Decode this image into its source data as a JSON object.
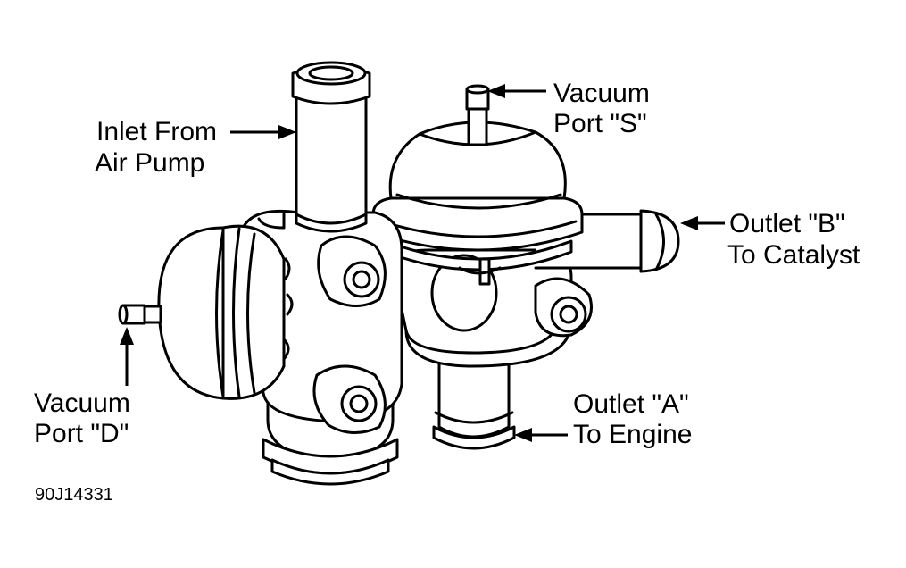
{
  "labels": {
    "inlet": [
      "Inlet From",
      "Air Pump"
    ],
    "vacuum_s": [
      "Vacuum",
      "Port \"S\""
    ],
    "outlet_b": [
      "Outlet \"B\"",
      "To Catalyst"
    ],
    "vacuum_d": [
      "Vacuum",
      "Port \"D\""
    ],
    "outlet_a": [
      "Outlet \"A\"",
      "To Engine"
    ]
  },
  "figure_code": "90J14331"
}
